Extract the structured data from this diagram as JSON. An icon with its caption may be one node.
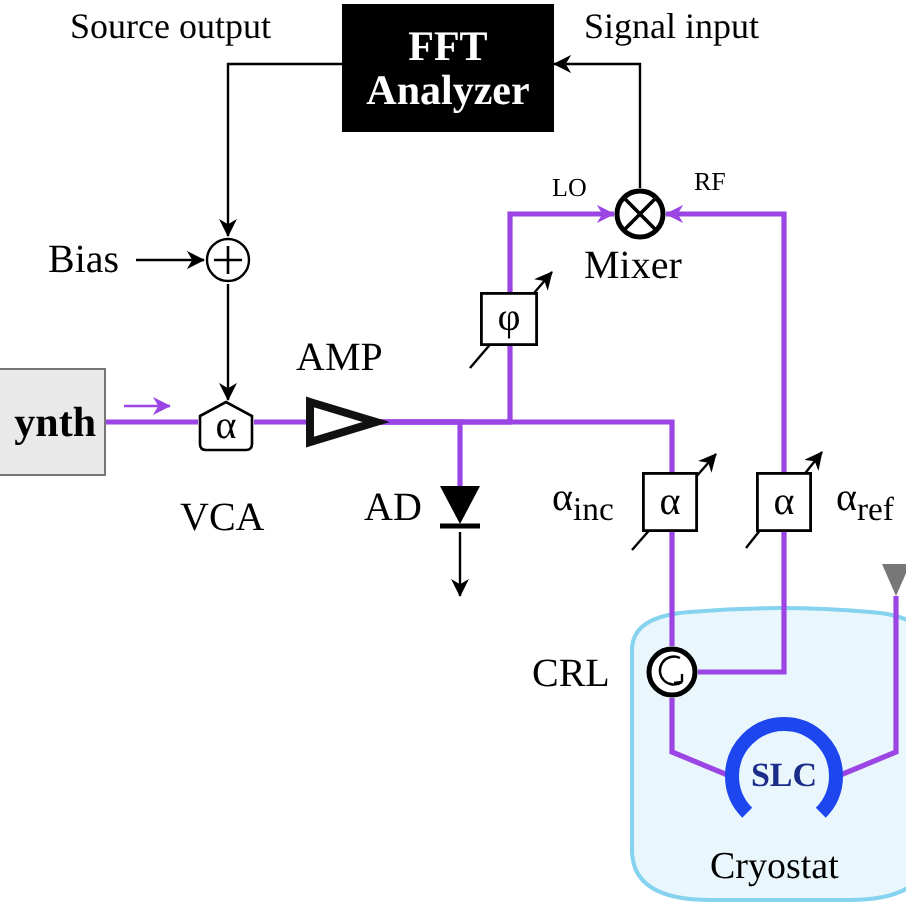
{
  "diagram": {
    "nodes": [
      {
        "text": [
          "FFT Analyzer"
        ]
      },
      {
        "text": [],
        "shape": "circle"
      },
      {
        "text": [
          "Bias"
        ]
      },
      {
        "text": [
          "α"
        ],
        "beside": [
          "VCA"
        ]
      },
      {
        "text": [
          "ynth"
        ]
      },
      {
        "text": [],
        "shape": "triangle",
        "beside": [
          "AMP"
        ]
      },
      {
        "text": [
          "φ"
        ]
      },
      {
        "text": [],
        "shape": "circle",
        "beside": [
          "Mixer"
        ]
      },
      {
        "text": [],
        "shape": "diode",
        "beside": [
          "AD"
        ]
      },
      {
        "text": [
          "α"
        ],
        "beside": [
          "α$_{inc}$"
        ]
      },
      {
        "text": [
          "α"
        ],
        "beside": [
          "α$_{ref}$"
        ]
      },
      {
        "text": [
          "Cryostat"
        ]
      },
      {
        "text": [],
        "shape": "circle",
        "in": 11,
        "beside": [
          "CRL"
        ]
      },
      {
        "text": [
          "SLC"
        ],
        "in": 11
      },
      {
        "text": [],
        "shape": "triangle"
      }
    ],
    "edges": [
      {
        "from": 0,
        "to": 1,
        "arrow": "to",
        "color": "#000000"
      },
      {
        "from": 7,
        "to": 0,
        "arrow": "to",
        "color": "#000000"
      },
      {
        "from": 2,
        "to": 1,
        "arrow": "to",
        "color": "#000000"
      },
      {
        "from": 1,
        "to": 3,
        "arrow": "to",
        "color": "#000000"
      },
      {
        "from": 4,
        "to": 3,
        "arrow": "none"
      },
      {
        "from": 3,
        "to": 5,
        "arrow": "none"
      },
      {
        "from": 5,
        "to": 6,
        "arrow": "none"
      },
      {
        "from": 6,
        "to": 7,
        "arrow": "to"
      },
      {
        "from": 5,
        "to": 8,
        "arrow": "none"
      },
      {
        "from": 5,
        "to": 9,
        "arrow": "none"
      },
      {
        "from": 9,
        "to": 12,
        "arrow": "none"
      },
      {
        "from": 12,
        "to": 10,
        "arrow": "none"
      },
      {
        "from": 10,
        "to": 7,
        "arrow": "to"
      },
      {
        "from": 12,
        "to": 13,
        "arrow": "none"
      },
      {
        "from": 13,
        "to": 14,
        "arrow": "none"
      },
      {
        "from": 8,
        "to": null,
        "arrow": "to",
        "color": "#000000"
      }
    ],
    "labels": [
      "Source output",
      "Signal input",
      "LO",
      "RF"
    ]
  }
}
